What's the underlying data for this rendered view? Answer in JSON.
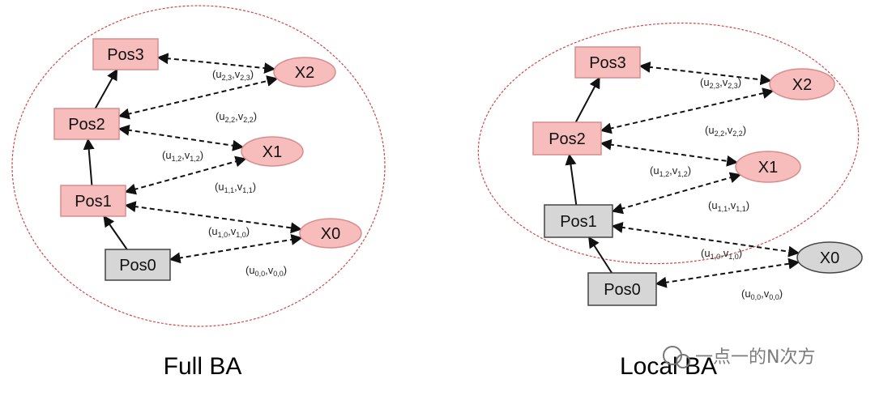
{
  "panels": [
    {
      "caption": "Full BA",
      "nodes": [
        {
          "id": "Pos3",
          "label": "Pos3",
          "style": "red"
        },
        {
          "id": "Pos2",
          "label": "Pos2",
          "style": "red"
        },
        {
          "id": "Pos1",
          "label": "Pos1",
          "style": "red"
        },
        {
          "id": "Pos0",
          "label": "Pos0",
          "style": "gray"
        },
        {
          "id": "X2",
          "label": "X2",
          "style": "red"
        },
        {
          "id": "X1",
          "label": "X1",
          "style": "red"
        },
        {
          "id": "X0",
          "label": "X0",
          "style": "red"
        }
      ],
      "pose_edges": [
        [
          "Pos0",
          "Pos1"
        ],
        [
          "Pos1",
          "Pos2"
        ],
        [
          "Pos2",
          "Pos3"
        ]
      ],
      "observations": [
        {
          "from": "Pos3",
          "to": "X2",
          "label": {
            "base": "(u",
            "s1": "2,3",
            "mid": ",v",
            "s2": "2,3",
            "end": ")"
          }
        },
        {
          "from": "Pos2",
          "to": "X2",
          "label": {
            "base": "(u",
            "s1": "2,2",
            "mid": ",v",
            "s2": "2,2",
            "end": ")"
          }
        },
        {
          "from": "Pos2",
          "to": "X1",
          "label": {
            "base": "(u",
            "s1": "1,2",
            "mid": ",v",
            "s2": "1,2",
            "end": ")"
          }
        },
        {
          "from": "Pos1",
          "to": "X1",
          "label": {
            "base": "(u",
            "s1": "1,1",
            "mid": ",v",
            "s2": "1,1",
            "end": ")"
          }
        },
        {
          "from": "Pos1",
          "to": "X0",
          "label": {
            "base": "(u",
            "s1": "1,0",
            "mid": ",v",
            "s2": "1,0",
            "end": ")"
          }
        },
        {
          "from": "Pos0",
          "to": "X0",
          "label": {
            "base": "(u",
            "s1": "0,0",
            "mid": ",v",
            "s2": "0,0",
            "end": ")"
          }
        }
      ]
    },
    {
      "caption": "Local BA",
      "nodes": [
        {
          "id": "Pos3",
          "label": "Pos3",
          "style": "red"
        },
        {
          "id": "Pos2",
          "label": "Pos2",
          "style": "red"
        },
        {
          "id": "Pos1",
          "label": "Pos1",
          "style": "gray"
        },
        {
          "id": "Pos0",
          "label": "Pos0",
          "style": "gray"
        },
        {
          "id": "X2",
          "label": "X2",
          "style": "red"
        },
        {
          "id": "X1",
          "label": "X1",
          "style": "red"
        },
        {
          "id": "X0",
          "label": "X0",
          "style": "gray"
        }
      ],
      "pose_edges": [
        [
          "Pos0",
          "Pos1"
        ],
        [
          "Pos1",
          "Pos2"
        ],
        [
          "Pos2",
          "Pos3"
        ]
      ],
      "observations": [
        {
          "from": "Pos3",
          "to": "X2",
          "label": {
            "base": "(u",
            "s1": "2,3",
            "mid": ",v",
            "s2": "2,3",
            "end": ")"
          }
        },
        {
          "from": "Pos2",
          "to": "X2",
          "label": {
            "base": "(u",
            "s1": "2,2",
            "mid": ",v",
            "s2": "2,2",
            "end": ")"
          }
        },
        {
          "from": "Pos2",
          "to": "X1",
          "label": {
            "base": "(u",
            "s1": "1,2",
            "mid": ",v",
            "s2": "1,2",
            "end": ")"
          }
        },
        {
          "from": "Pos1",
          "to": "X1",
          "label": {
            "base": "(u",
            "s1": "1,1",
            "mid": ",v",
            "s2": "1,1",
            "end": ")"
          }
        },
        {
          "from": "Pos1",
          "to": "X0",
          "label": {
            "base": "(u",
            "s1": "1,0",
            "mid": ",v",
            "s2": "1,0",
            "end": ")"
          }
        },
        {
          "from": "Pos0",
          "to": "X0",
          "label": {
            "base": "(u",
            "s1": "0,0",
            "mid": ",v",
            "s2": "0,0",
            "end": ")"
          }
        }
      ]
    }
  ],
  "watermark": "一点一的N次方",
  "colors": {
    "active": "#f7bcbc",
    "fixed": "#d6d6d6",
    "boundary": "#cc4a4a"
  }
}
